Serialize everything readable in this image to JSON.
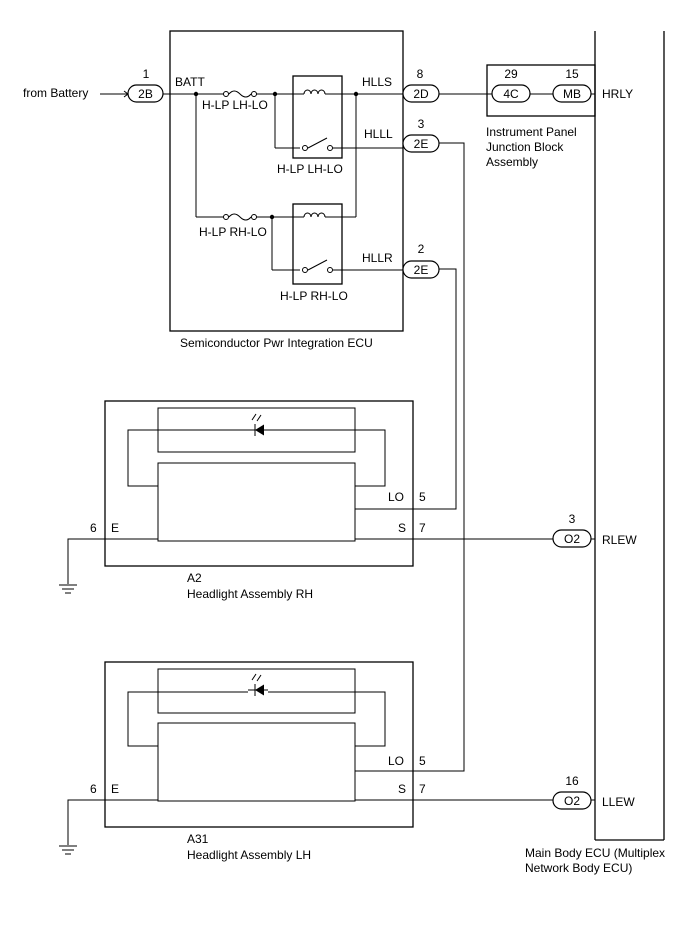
{
  "battery_label": "from Battery",
  "ecu": {
    "name": "Semiconductor Pwr Integration ECU",
    "batt_label": "BATT",
    "fuse_lh": "H-LP LH-LO",
    "fuse_rh": "H-LP RH-LO",
    "relay_lh": "H-LP LH-LO",
    "relay_rh": "H-LP RH-LO",
    "pins": {
      "batt": {
        "num": "1",
        "conn": "2B"
      },
      "hlls": {
        "label": "HLLS",
        "num": "8",
        "conn": "2D"
      },
      "hlll": {
        "label": "HLLL",
        "num": "3",
        "conn": "2E"
      },
      "hllr": {
        "label": "HLLR",
        "num": "2",
        "conn": "2E"
      }
    }
  },
  "junction_block": {
    "name_line1": "Instrument Panel",
    "name_line2": "Junction Block",
    "name_line3": "Assembly",
    "pin_in": {
      "num": "29",
      "conn": "4C"
    },
    "pin_out": {
      "num": "15",
      "conn": "MB"
    }
  },
  "main_body_ecu": {
    "name_line1": "Main Body ECU (Multiplex",
    "name_line2": "Network Body ECU)",
    "hrly_label": "HRLY",
    "rlew": {
      "label": "RLEW",
      "num": "3",
      "conn": "O2"
    },
    "llew": {
      "label": "LLEW",
      "num": "16",
      "conn": "O2"
    }
  },
  "headlight_rh": {
    "code": "A2",
    "name": "Headlight Assembly RH",
    "e_num": "6",
    "e_label": "E",
    "lo_label": "LO",
    "lo_num": "5",
    "s_label": "S",
    "s_num": "7"
  },
  "headlight_lh": {
    "code": "A31",
    "name": "Headlight Assembly LH",
    "e_num": "6",
    "e_label": "E",
    "lo_label": "LO",
    "lo_num": "5",
    "s_label": "S",
    "s_num": "7"
  },
  "icons": {
    "fuse": "fuse-icon",
    "relay_coil": "relay-coil-icon",
    "relay_switch": "relay-switch-icon",
    "led": "led-icon",
    "ground": "ground-icon"
  }
}
